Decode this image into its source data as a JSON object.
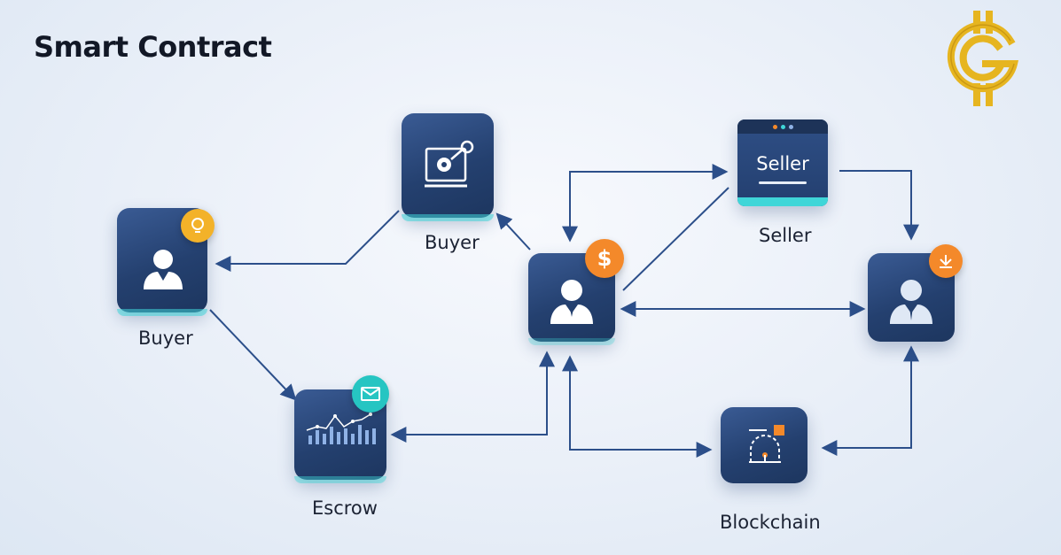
{
  "title": "Smart Contract",
  "labels": {
    "buyer_left": "Buyer",
    "buyer_top": "Buyer",
    "seller": "Seller",
    "seller_panel": "Seller",
    "escrow": "Escrow",
    "blockchain": "Blockchain"
  },
  "badges": {
    "dollar": "$"
  },
  "colors": {
    "node_dark": "#24406f",
    "edge": "#2c4f8a",
    "accent_cyan": "#3fd6d8",
    "badge_orange": "#f4892a",
    "badge_yellow": "#f3b229",
    "logo_gold": "#e6b520"
  }
}
